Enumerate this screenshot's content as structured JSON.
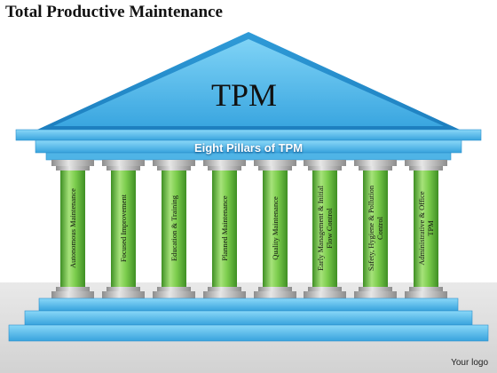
{
  "title": "Total Productive Maintenance",
  "roof_text": "TPM",
  "subtitle": "Eight Pillars of TPM",
  "pillars": [
    {
      "lines": [
        "Autonomous Maintenance"
      ]
    },
    {
      "lines": [
        "Focused Improvement"
      ]
    },
    {
      "lines": [
        "Education & Training"
      ]
    },
    {
      "lines": [
        "Planned Maintenance"
      ]
    },
    {
      "lines": [
        "Quality Maintenance"
      ]
    },
    {
      "lines": [
        "Early Management & Initial",
        "Flow Control"
      ]
    },
    {
      "lines": [
        "Safety, Hygiene & Pollution",
        "Control"
      ]
    },
    {
      "lines": [
        "Administrative & Office",
        "TPM"
      ]
    }
  ],
  "logo": "Your logo",
  "colors": {
    "roof": "#4fb8e8",
    "roof_dark": "#1f86c4",
    "pillar_green": "#6cc043",
    "pillar_cap": "#b8b8b8"
  }
}
